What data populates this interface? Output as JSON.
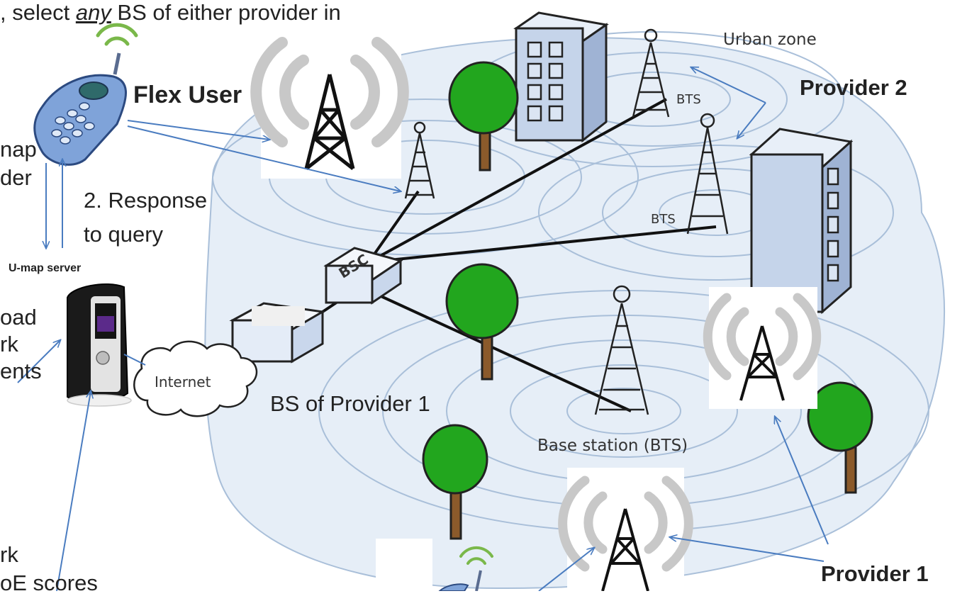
{
  "header_text": {
    "prefix": ", select ",
    "emphasis": "any",
    "suffix": " BS of either provider in"
  },
  "labels": {
    "flex_user": "Flex User",
    "provider_2": "Provider 2",
    "provider_1": "Provider 1",
    "urban_zone": "Urban zone",
    "bts_top": "BTS",
    "bts_right": "BTS",
    "bsc": "BSC",
    "internet": "Internet",
    "bs_provider_1": "BS of Provider 1",
    "base_station": "Base station (BTS)",
    "response_line1": "2. Response",
    "response_line2": "to query",
    "umap_server": "U-map server",
    "cut_map": "nap",
    "cut_der": "der",
    "cut_oad": "oad",
    "cut_rk1": "rk",
    "cut_ents": "ents",
    "cut_rk2": "rk",
    "cut_scores": "oE scores"
  },
  "colors": {
    "arrow": "#4a7cc0",
    "ripple": "#a9bfd9",
    "zone_fill": "#e6eef7",
    "tree": "#22a61e",
    "trunk": "#8b5a2b",
    "building": "#c5d4ea"
  }
}
